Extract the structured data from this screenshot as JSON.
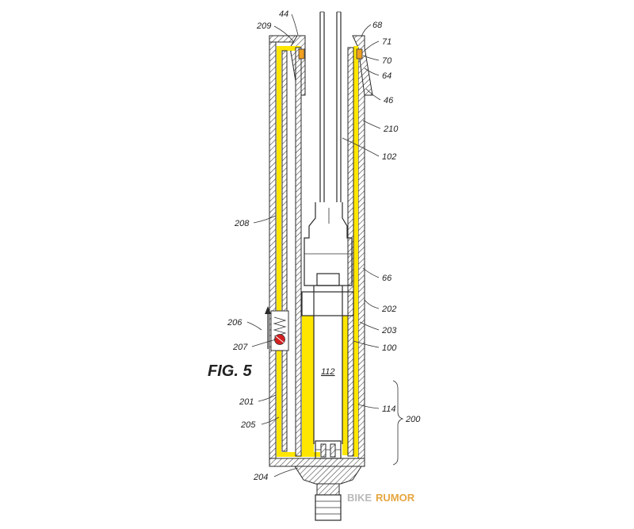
{
  "figure": {
    "caption": "FIG. 5",
    "labels": {
      "l44": "44",
      "l209": "209",
      "l68": "68",
      "l71": "71",
      "l70": "70",
      "l64": "64",
      "l46": "46",
      "l210": "210",
      "l102": "102",
      "l208": "208",
      "l66": "66",
      "l202": "202",
      "l206": "206",
      "l203": "203",
      "l207": "207",
      "l100": "100",
      "l112": "112",
      "l201": "201",
      "l114": "114",
      "l200": "200",
      "l205": "205",
      "l204": "204"
    },
    "colors": {
      "fluid": "#ffe600",
      "seal": "#f0a020",
      "valve": "#d42020",
      "ink": "#2a2a2a"
    }
  },
  "watermark": {
    "part1": "BIKE",
    "part2": "RUMOR"
  }
}
